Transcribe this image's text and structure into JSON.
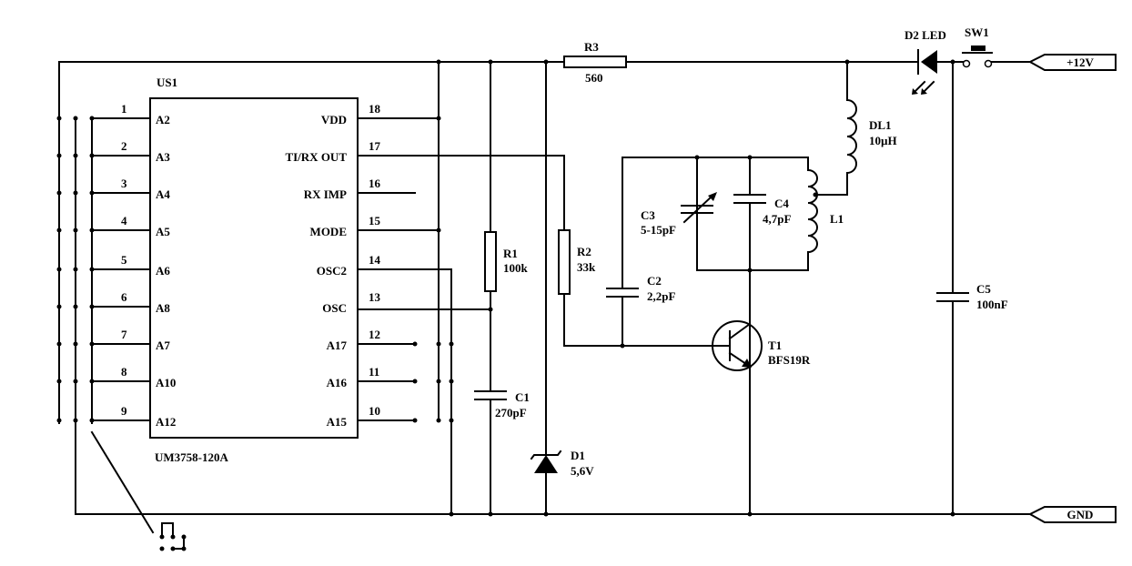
{
  "chip": {
    "ref": "US1",
    "part": "UM3758-120A",
    "left_pins": [
      {
        "num": "1",
        "name": "A2"
      },
      {
        "num": "2",
        "name": "A3"
      },
      {
        "num": "3",
        "name": "A4"
      },
      {
        "num": "4",
        "name": "A5"
      },
      {
        "num": "5",
        "name": "A6"
      },
      {
        "num": "6",
        "name": "A8"
      },
      {
        "num": "7",
        "name": "A7"
      },
      {
        "num": "8",
        "name": "A10"
      },
      {
        "num": "9",
        "name": "A12"
      }
    ],
    "right_pins": [
      {
        "num": "18",
        "name": "VDD"
      },
      {
        "num": "17",
        "name": "TI/RX OUT"
      },
      {
        "num": "16",
        "name": "RX IMP"
      },
      {
        "num": "15",
        "name": "MODE"
      },
      {
        "num": "14",
        "name": "OSC2"
      },
      {
        "num": "13",
        "name": "OSC"
      },
      {
        "num": "12",
        "name": "A17"
      },
      {
        "num": "11",
        "name": "A16"
      },
      {
        "num": "10",
        "name": "A15"
      }
    ]
  },
  "components": {
    "r1": {
      "ref": "R1",
      "value": "100k"
    },
    "r2": {
      "ref": "R2",
      "value": "33k"
    },
    "r3": {
      "ref": "R3",
      "value": "560"
    },
    "c1": {
      "ref": "C1",
      "value": "270pF"
    },
    "c2": {
      "ref": "C2",
      "value": "2,2pF"
    },
    "c3": {
      "ref": "C3",
      "value": "5-15pF"
    },
    "c4": {
      "ref": "C4",
      "value": "4,7pF"
    },
    "c5": {
      "ref": "C5",
      "value": "100nF"
    },
    "d1": {
      "ref": "D1",
      "value": "5,6V"
    },
    "d2": {
      "ref": "D2 LED"
    },
    "dl1": {
      "ref": "DL1",
      "value": "10µH"
    },
    "l1": {
      "ref": "L1"
    },
    "t1": {
      "ref": "T1",
      "value": "BFS19R"
    },
    "sw1": {
      "ref": "SW1"
    }
  },
  "terminals": {
    "vcc": "+12V",
    "gnd": "GND"
  }
}
